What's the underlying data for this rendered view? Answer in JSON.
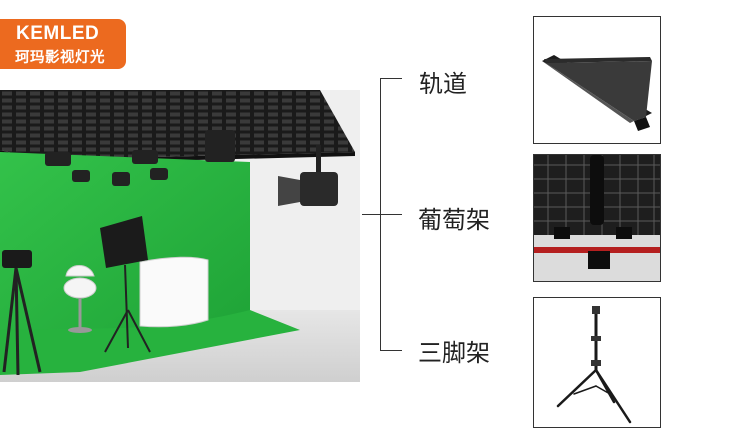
{
  "logo": {
    "brand": "KEMLED",
    "subtitle": "珂玛影视灯光"
  },
  "items": [
    {
      "label": "轨道",
      "icon": "rail-beam-image"
    },
    {
      "label": "葡萄架",
      "icon": "grid-rig-image"
    },
    {
      "label": "三脚架",
      "icon": "tripod-stand-image"
    }
  ],
  "colors": {
    "logo_bg": "#ec6a1f",
    "green_screen": "#2fbf45"
  }
}
